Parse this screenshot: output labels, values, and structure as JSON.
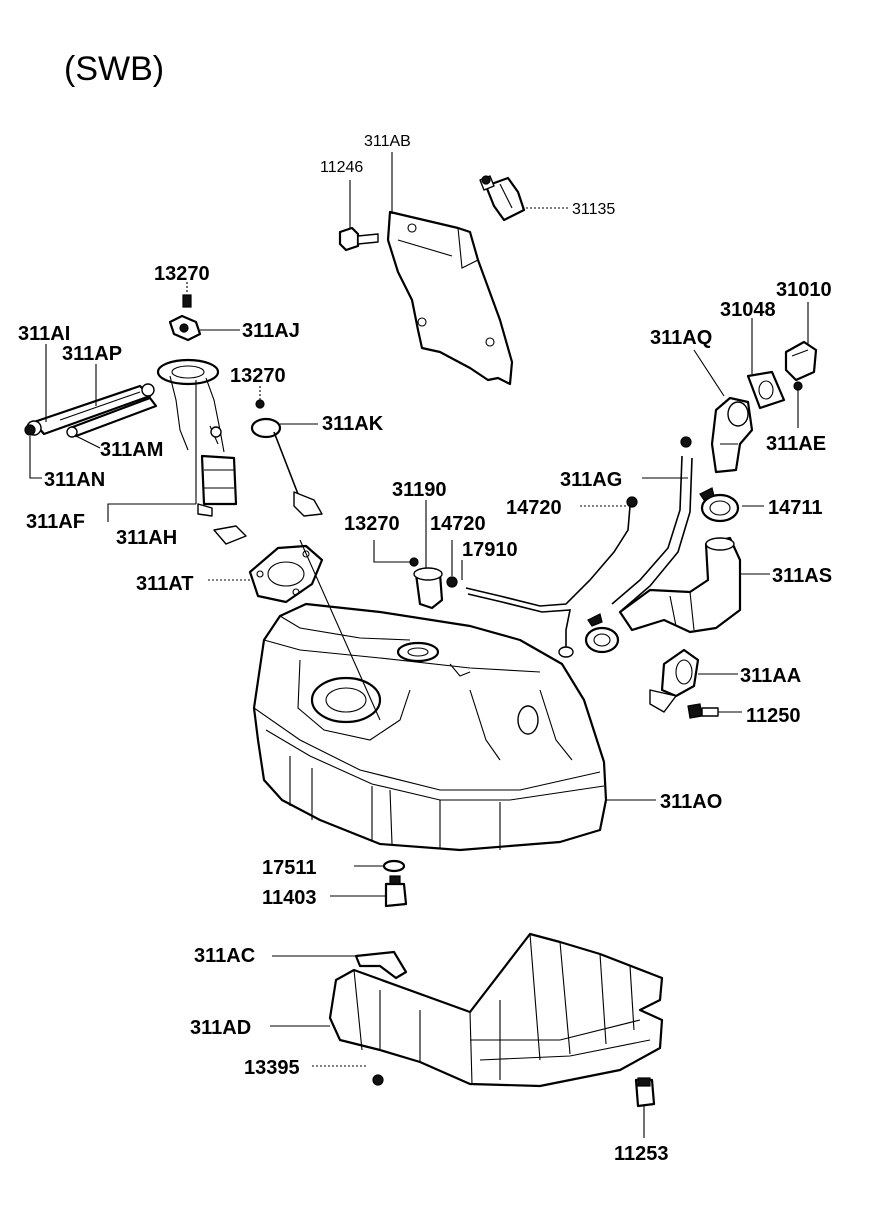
{
  "title": "(SWB)",
  "labels": {
    "l311AB": "311AB",
    "l11246": "11246",
    "l31135": "31135",
    "l13270a": "13270",
    "l311AJ": "311AJ",
    "l311AI": "311AI",
    "l311AP": "311AP",
    "l13270b": "13270",
    "l311AK": "311AK",
    "l311AM": "311AM",
    "l311AN": "311AN",
    "l311AF": "311AF",
    "l311AH": "311AH",
    "l31010": "31010",
    "l31048": "31048",
    "l311AQ": "311AQ",
    "l311AE": "311AE",
    "l311AG": "311AG",
    "l14720a": "14720",
    "l14711": "14711",
    "l31190": "31190",
    "l13270c": "13270",
    "l14720b": "14720",
    "l17910": "17910",
    "l311AS": "311AS",
    "l311AT": "311AT",
    "l311AA": "311AA",
    "l11250": "11250",
    "l311AO": "311AO",
    "l17511": "17511",
    "l11403": "11403",
    "l311AC": "311AC",
    "l311AD": "311AD",
    "l13395": "13395",
    "l11253": "11253"
  }
}
